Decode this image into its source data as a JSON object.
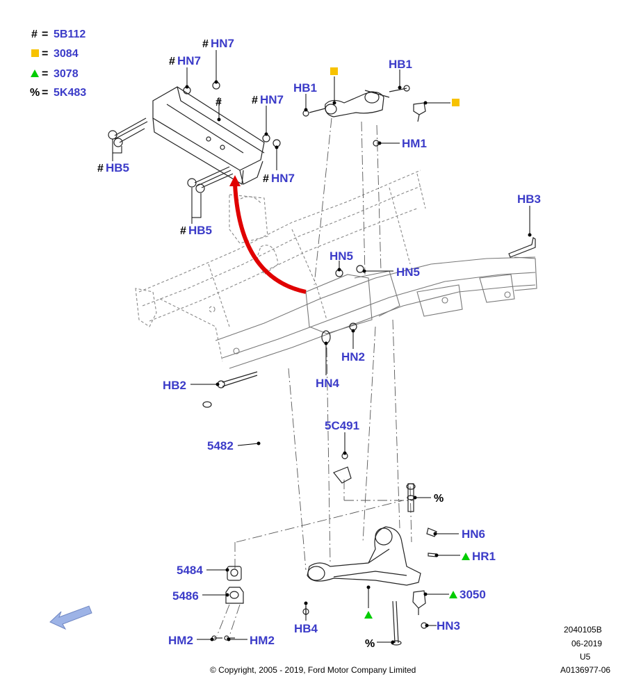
{
  "legend": [
    {
      "symbol": "#",
      "value": "5B112",
      "kind": "hash"
    },
    {
      "symbol": "square",
      "value": "3084",
      "kind": "square",
      "color": "#f7c200"
    },
    {
      "symbol": "triangle",
      "value": "3078",
      "kind": "triangle",
      "color": "#00cc00"
    },
    {
      "symbol": "%",
      "value": "5K483",
      "kind": "percent"
    }
  ],
  "legend_eq": "=",
  "symbols": {
    "hash": "#",
    "percent": "%"
  },
  "labels": {
    "hn7_top": "HN7",
    "hn7_left": "HN7",
    "hn7_right": "HN7",
    "hn7_lower": "HN7",
    "hb5_upper": "HB5",
    "hb5_lower": "HB5",
    "hb1_left": "HB1",
    "hb1_right": "HB1",
    "hm1": "HM1",
    "hb3": "HB3",
    "hn5_left": "HN5",
    "hn5_right": "HN5",
    "hn2": "HN2",
    "hn4": "HN4",
    "hb2": "HB2",
    "p5c491": "5C491",
    "p5482": "5482",
    "hn6": "HN6",
    "hr1": "HR1",
    "p5484": "5484",
    "p5486": "5486",
    "p3050": "3050",
    "hb4": "HB4",
    "hn3": "HN3",
    "hm2_left": "HM2",
    "hm2_right": "HM2"
  },
  "footer": {
    "copyright": "© Copyright, 2005 - 2019, Ford Motor Company Limited",
    "code1": "2040105B",
    "date": "06-2019",
    "code2": "U5",
    "code3": "A0136977-06"
  },
  "colors": {
    "label": "#3b3bc8",
    "arrow": "#e00000",
    "square": "#f7c200",
    "triangle": "#00cc00",
    "direction_arrow": "#9db3e6"
  }
}
